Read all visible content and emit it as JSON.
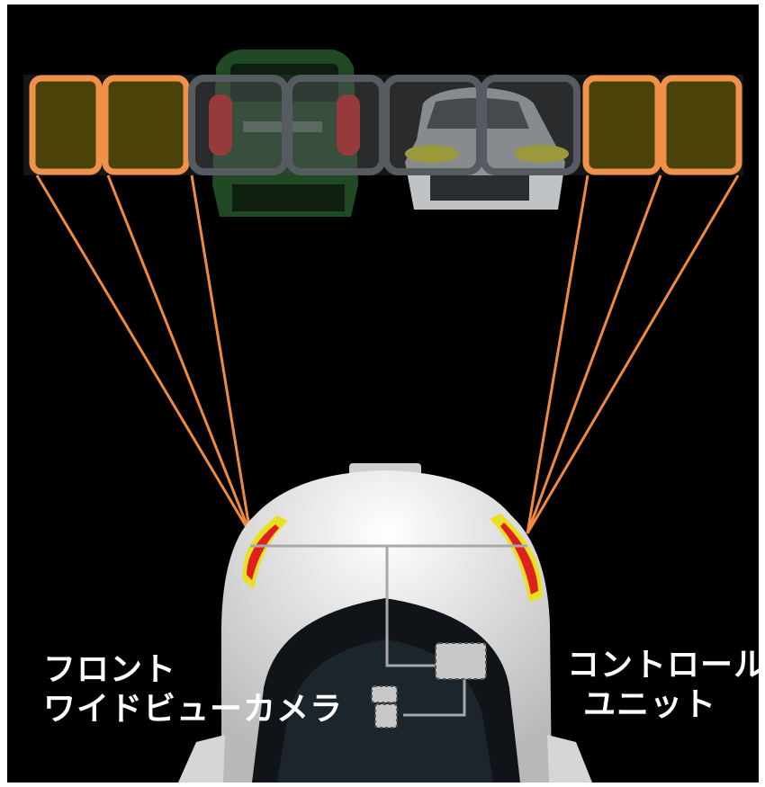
{
  "labels": {
    "front_camera": [
      "フロント",
      "ワイドビューカメラ"
    ],
    "control_unit": [
      "コントロール",
      "ユニット"
    ]
  },
  "colors": {
    "background": "#000000",
    "segment_highlight": "#f0914a",
    "segment_gray": "#555b60",
    "segment_fill": "#4a4208",
    "brake_light": "#e02020",
    "headlight": "#e8e020",
    "beam_line": "#f08a3c"
  },
  "segments": {
    "count": 8,
    "highlighted": [
      1,
      2,
      7,
      8
    ],
    "dimmed": [
      3,
      4,
      5,
      6
    ]
  }
}
